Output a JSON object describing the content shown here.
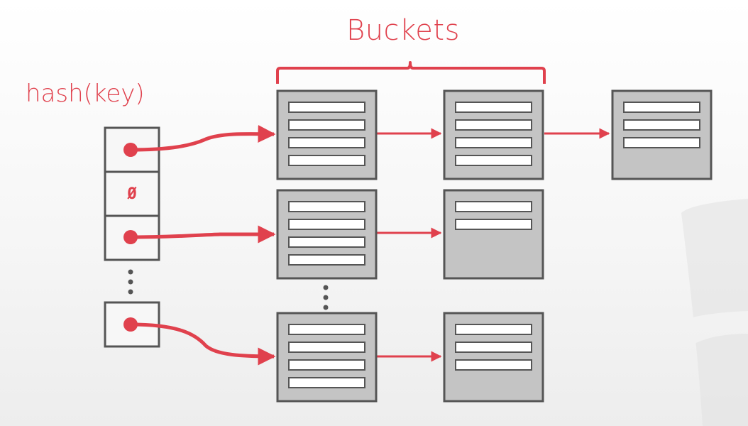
{
  "title": "Buckets",
  "hash_label": "hash(key)",
  "hash_table": {
    "slots": [
      "pointer",
      "null",
      "pointer",
      "ellipsis",
      "pointer"
    ],
    "null_symbol": "Ø"
  },
  "bucket_chains": [
    {
      "bucket_slots_filled": [
        4,
        4,
        3
      ]
    },
    {
      "bucket_slots_filled": [
        4,
        2
      ]
    },
    {
      "bucket_slots_filled": [
        4,
        3
      ]
    }
  ],
  "colors": {
    "accent": "#e0414d",
    "bucket_fill": "#c4c4c4",
    "border": "#555555",
    "slot_fill": "#ffffff"
  },
  "icons": [
    "database-cylinder-icon",
    "vertical-ellipsis-icon"
  ]
}
